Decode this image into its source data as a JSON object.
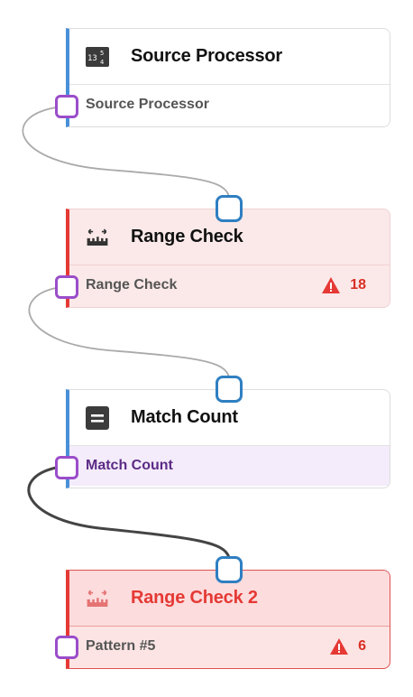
{
  "nodes": [
    {
      "title": "Source Processor",
      "icon": "number-list-icon",
      "output_label": "Source Processor",
      "status": "normal"
    },
    {
      "title": "Range Check",
      "icon": "ruler-range-icon",
      "output_label": "Range Check",
      "warning_count": "18",
      "status": "error"
    },
    {
      "title": "Match Count",
      "icon": "equals-icon",
      "output_label": "Match Count",
      "status": "normal"
    },
    {
      "title": "Range Check 2",
      "icon": "ruler-range-icon",
      "output_label": "Pattern #5",
      "warning_count": "6",
      "status": "error-selected"
    }
  ],
  "colors": {
    "accent_blue": "#4a90d9",
    "error_red": "#e53935",
    "output_port_purple": "#9b4dca",
    "input_port_blue": "#2f7fc1"
  }
}
